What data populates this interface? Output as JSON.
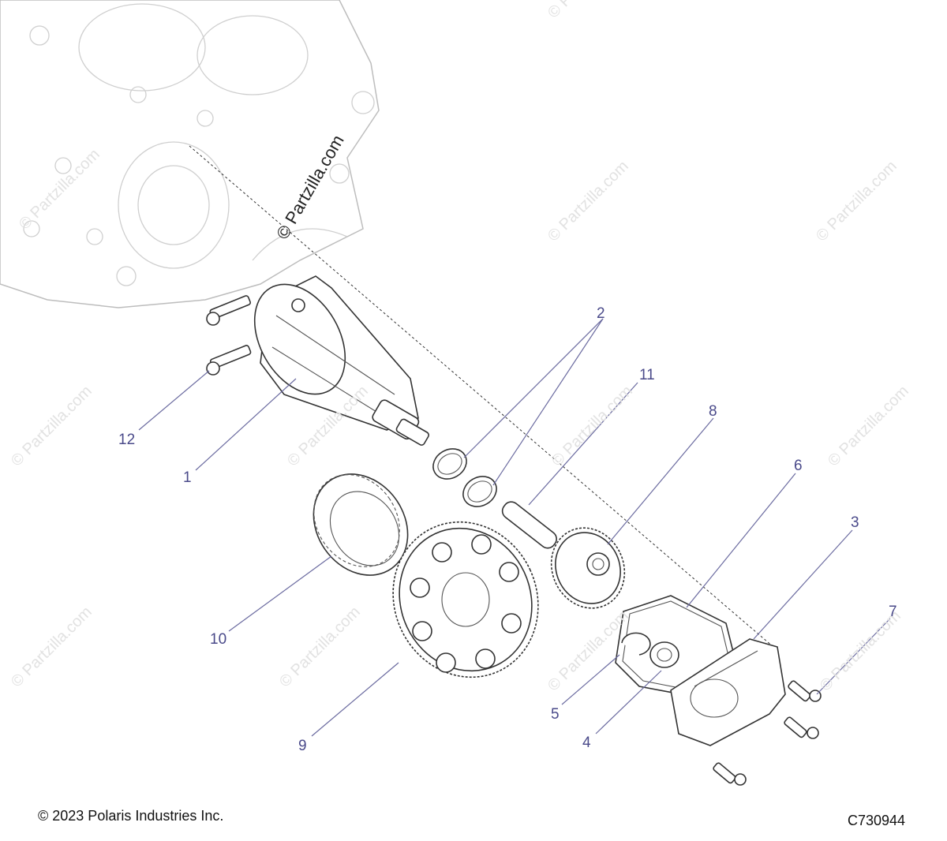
{
  "watermark": "© Partzilla.com",
  "copyright": "© 2023 Polaris Industries Inc.",
  "diagram_id": "C730944",
  "callouts": [
    {
      "id": "callout-1",
      "label": "1"
    },
    {
      "id": "callout-2",
      "label": "2"
    },
    {
      "id": "callout-3",
      "label": "3"
    },
    {
      "id": "callout-4",
      "label": "4"
    },
    {
      "id": "callout-5",
      "label": "5"
    },
    {
      "id": "callout-6",
      "label": "6"
    },
    {
      "id": "callout-7",
      "label": "7"
    },
    {
      "id": "callout-8",
      "label": "8"
    },
    {
      "id": "callout-9",
      "label": "9"
    },
    {
      "id": "callout-10",
      "label": "10"
    },
    {
      "id": "callout-11",
      "label": "11"
    },
    {
      "id": "callout-12",
      "label": "12"
    }
  ],
  "colors": {
    "callout": "#4a4a8a",
    "line": "#333333",
    "ghost": "#bdbdbd"
  }
}
